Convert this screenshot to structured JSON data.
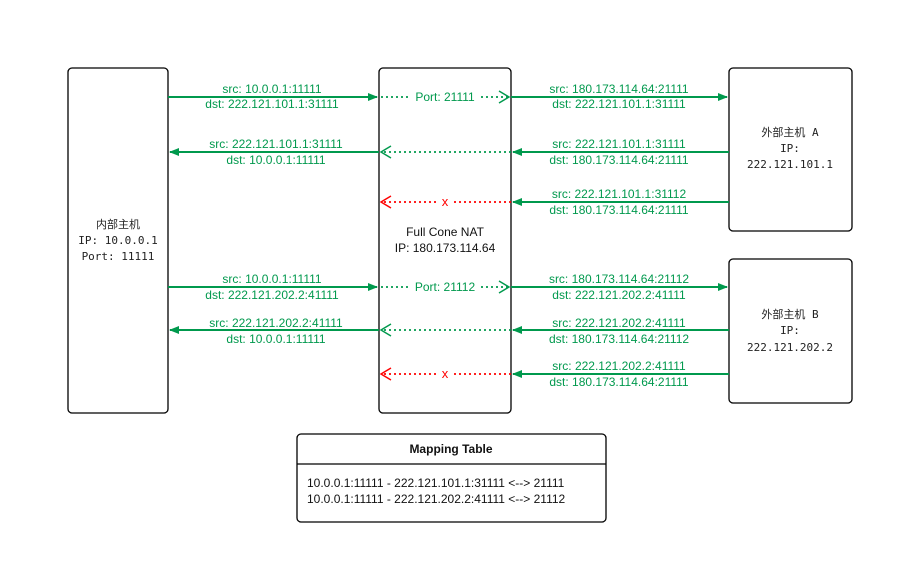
{
  "colors": {
    "flow": "#00994d",
    "blocked": "#ff0000",
    "border": "#000000"
  },
  "internal_host": {
    "title": "内部主机",
    "ip": "IP: 10.0.0.1",
    "port": "Port: 11111"
  },
  "nat": {
    "title": "Full Cone NAT",
    "ip": "IP: 180.173.114.64"
  },
  "host_a": {
    "title": "外部主机 A",
    "ip_label": "IP:",
    "ip": "222.121.101.1"
  },
  "host_b": {
    "title": "外部主机 B",
    "ip_label": "IP:",
    "ip": "222.121.202.2"
  },
  "flows": {
    "a_out_left": {
      "src": "src: 10.0.0.1:11111",
      "dst": "dst: 222.121.101.1:31111"
    },
    "a_out_port": "Port: 21111",
    "a_out_right": {
      "src": "src: 180.173.114.64:21111",
      "dst": "dst: 222.121.101.1:31111"
    },
    "a_in_left": {
      "src": "src: 222.121.101.1:31111",
      "dst": "dst: 10.0.0.1:11111"
    },
    "a_in_right": {
      "src": "src: 222.121.101.1:31111",
      "dst": "dst: 180.173.114.64:21111"
    },
    "a_blocked_mark": "x",
    "a_blocked_right": {
      "src": "src: 222.121.101.1:31112",
      "dst": "dst: 180.173.114.64:21111"
    },
    "b_out_left": {
      "src": "src: 10.0.0.1:11111",
      "dst": "dst: 222.121.202.2:41111"
    },
    "b_out_port": "Port: 21112",
    "b_out_right": {
      "src": "src: 180.173.114.64:21112",
      "dst": "dst: 222.121.202.2:41111"
    },
    "b_in_left": {
      "src": "src: 222.121.202.2:41111",
      "dst": "dst: 10.0.0.1:11111"
    },
    "b_in_right": {
      "src": "src: 222.121.202.2:41111",
      "dst": "dst: 180.173.114.64:21112"
    },
    "b_blocked_mark": "x",
    "b_blocked_right": {
      "src": "src: 222.121.202.2:41111",
      "dst": "dst: 180.173.114.64:21111"
    }
  },
  "mapping_table": {
    "title": "Mapping Table",
    "rows": [
      "10.0.0.1:11111 - 222.121.101.1:31111 <--> 21111",
      "10.0.0.1:11111 - 222.121.202.2:41111 <--> 21112"
    ]
  }
}
